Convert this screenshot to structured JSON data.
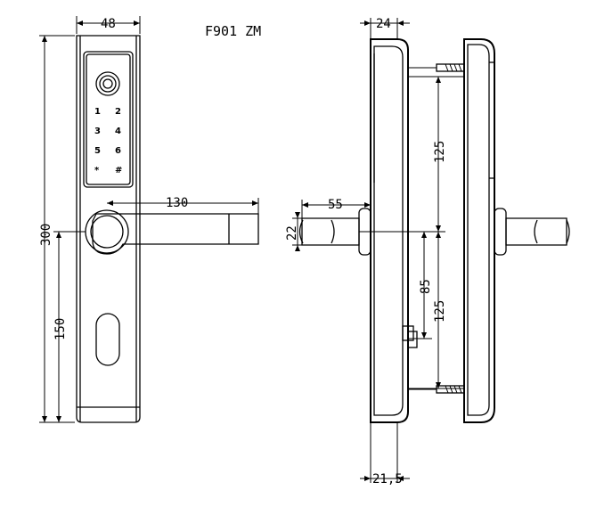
{
  "title": "F901 ZM",
  "dimensions": {
    "front_width": "48",
    "overall_height": "300",
    "lower_height": "150",
    "handle_length": "130",
    "side_thickness_top": "24",
    "side_thickness_bottom": "21,5",
    "handle_offset": "55",
    "handle_diameter": "22",
    "screw_spacing_upper": "125",
    "screw_spacing_lower": "125",
    "cylinder_offset": "85"
  },
  "keypad": [
    "1",
    "2",
    "3",
    "4",
    "5",
    "6",
    "*",
    "#"
  ]
}
